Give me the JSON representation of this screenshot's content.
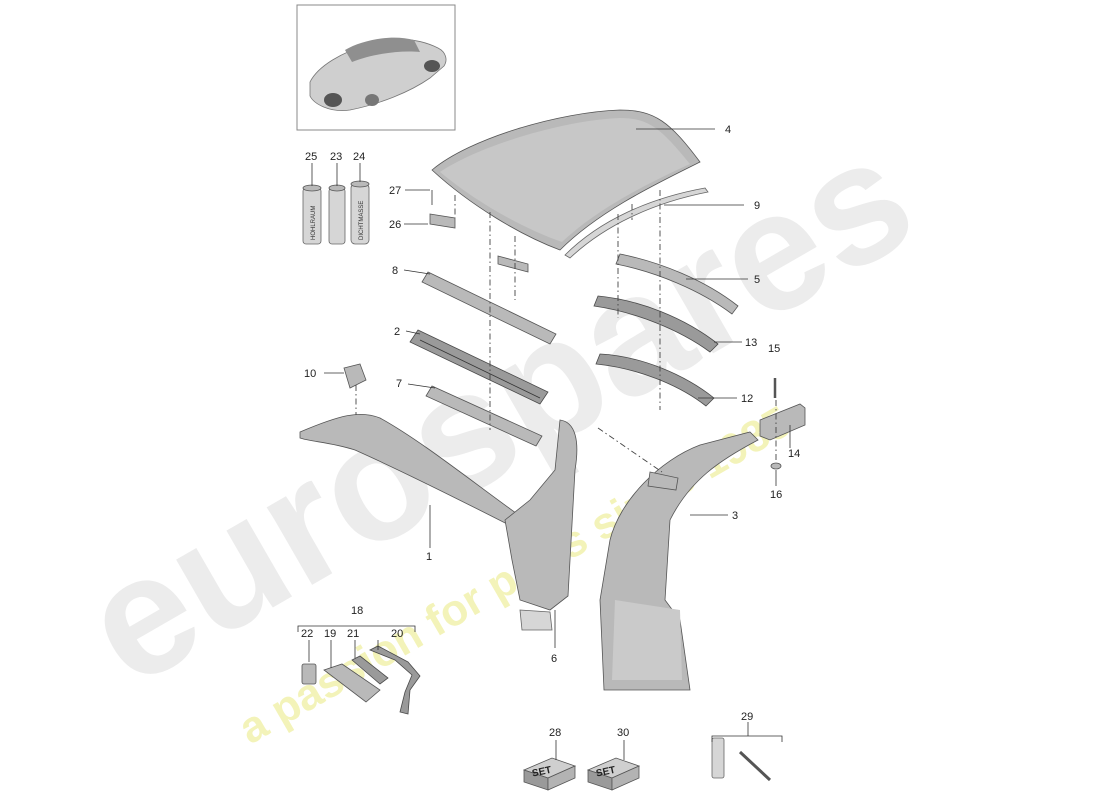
{
  "diagram": {
    "callouts": [
      {
        "id": "c25",
        "text": "25"
      },
      {
        "id": "c23",
        "text": "23"
      },
      {
        "id": "c24",
        "text": "24"
      },
      {
        "id": "c27",
        "text": "27"
      },
      {
        "id": "c26",
        "text": "26"
      },
      {
        "id": "c4",
        "text": "4"
      },
      {
        "id": "c9",
        "text": "9"
      },
      {
        "id": "c8",
        "text": "8"
      },
      {
        "id": "c5",
        "text": "5"
      },
      {
        "id": "c2",
        "text": "2"
      },
      {
        "id": "c13",
        "text": "13"
      },
      {
        "id": "c15",
        "text": "15"
      },
      {
        "id": "c10",
        "text": "10"
      },
      {
        "id": "c7",
        "text": "7"
      },
      {
        "id": "c12",
        "text": "12"
      },
      {
        "id": "c14",
        "text": "14"
      },
      {
        "id": "c16",
        "text": "16"
      },
      {
        "id": "c3",
        "text": "3"
      },
      {
        "id": "c1",
        "text": "1"
      },
      {
        "id": "c18",
        "text": "18"
      },
      {
        "id": "c22",
        "text": "22"
      },
      {
        "id": "c19",
        "text": "19"
      },
      {
        "id": "c21",
        "text": "21"
      },
      {
        "id": "c20",
        "text": "20"
      },
      {
        "id": "c6",
        "text": "6"
      },
      {
        "id": "c28",
        "text": "28"
      },
      {
        "id": "c30",
        "text": "30"
      },
      {
        "id": "c29",
        "text": "29"
      }
    ],
    "can_labels": {
      "can25": "HOHLRAUM",
      "can24": "DICHTMASSE"
    },
    "set_box_label": "SET",
    "watermark": {
      "brand": "eurospares",
      "tagline": "a passion for parts since 1985"
    }
  },
  "colors": {
    "watermark_brand": "#e6e6e6",
    "watermark_tagline": "#f1f1a8",
    "part_fill": "#b9b9b9"
  }
}
